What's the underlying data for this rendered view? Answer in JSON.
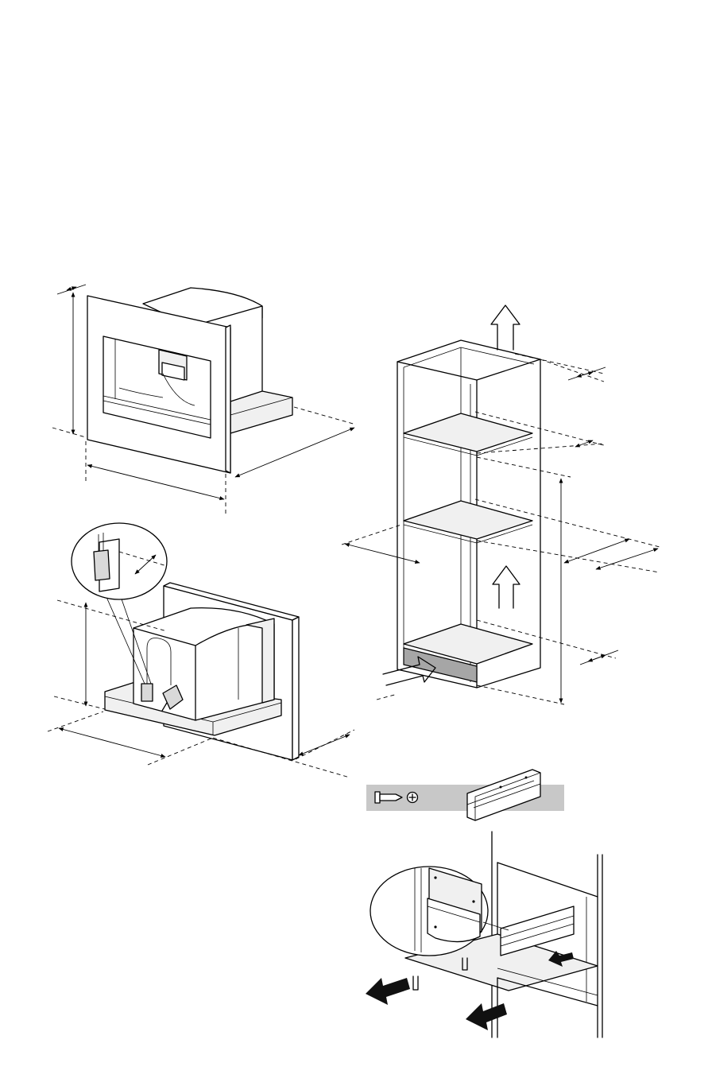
{
  "colors": {
    "background": "#ffffff",
    "line": "#000000",
    "plinth": "#a6a6a6",
    "parts_strip": "#c8c8c8"
  },
  "icons": [
    "built-in-appliance-dimension-drawing",
    "tall-cabinet-niche-drawing",
    "power-connection-drawing",
    "mounting-screw-icon",
    "phillips-head-icon",
    "mounting-rail-icon",
    "rail-installation-drawing"
  ]
}
